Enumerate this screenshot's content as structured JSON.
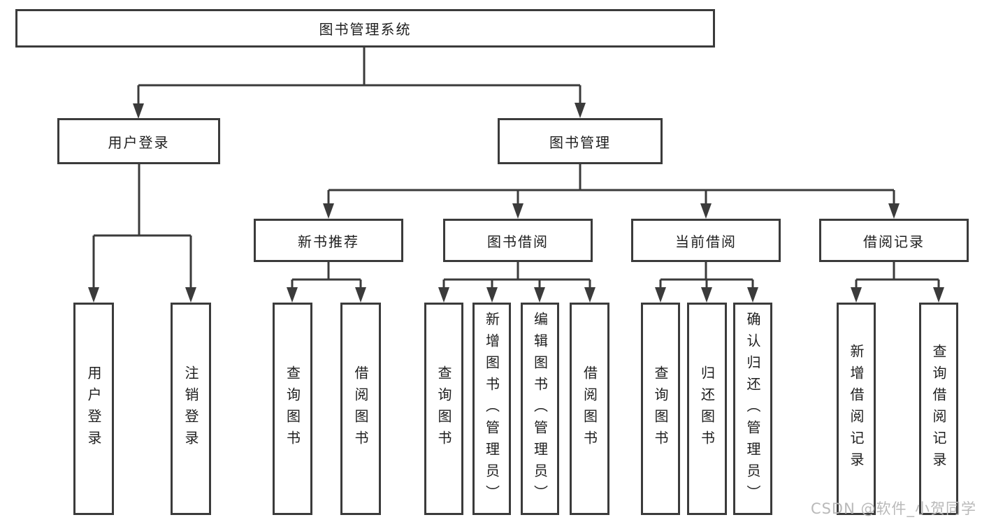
{
  "nodes": {
    "root": "图书管理系统",
    "user_login_group": "用户登录",
    "book_management": "图书管理",
    "new_book_recommend": "新书推荐",
    "book_borrow": "图书借阅",
    "current_borrow": "当前借阅",
    "borrow_record": "借阅记录",
    "leaf_user_login": "用户登录",
    "leaf_logout": "注销登录",
    "leaf_nbr_query_books": "查询图书",
    "leaf_nbr_borrow_books": "借阅图书",
    "leaf_bb_query_books": "查询图书",
    "leaf_bb_add_books": "新增图书（管理员）",
    "leaf_bb_edit_books": "编辑图书（管理员）",
    "leaf_bb_borrow_books": "借阅图书",
    "leaf_cb_query_books": "查询图书",
    "leaf_cb_return_books": "归还图书",
    "leaf_cb_confirm_return": "确认归还（管理员）",
    "leaf_br_add_record": "新增借阅记录",
    "leaf_br_query_record": "查询借阅记录"
  },
  "watermark": "CSDN @软件_小贺同学",
  "colors": {
    "line": "#3b3b3b",
    "box_border": "#3b3b3b",
    "text": "#1e1e1e",
    "watermark": "#b9b9b9",
    "background": "#ffffff"
  }
}
